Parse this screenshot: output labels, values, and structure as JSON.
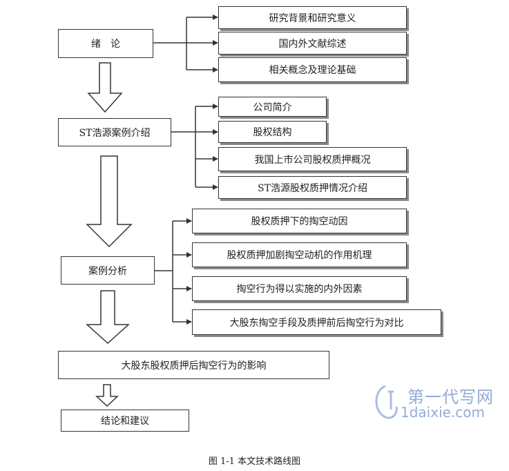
{
  "nodes": {
    "intro": "绪　论",
    "background": "研究背景和研究意义",
    "literature": "国内外文献综述",
    "concepts": "相关概念及理论基础",
    "case_intro": "ST浩源案例介绍",
    "company": "公司简介",
    "equity": "股权结构",
    "market_pledge": "我国上市公司股权质押概况",
    "st_pledge": "ST浩源股权质押情况介绍",
    "case_analysis": "案例分析",
    "motive": "股权质押下的掏空动因",
    "mechanism": "股权质押加剧掏空动机的作用机理",
    "factors": "掏空行为得以实施的内外因素",
    "comparison": "大股东掏空手段及质押前后掏空行为对比",
    "impact": "大股东股权质押后掏空行为的影响",
    "conclusion": "结论和建议"
  },
  "caption": "图 1-1  本文技术路线图",
  "watermark": {
    "brand_cn": "第一代写网",
    "brand_url": "1daixie.com"
  },
  "colors": {
    "line": "#333333",
    "shadow": "#8a8a8a",
    "watermark": "#6f8fc9"
  }
}
